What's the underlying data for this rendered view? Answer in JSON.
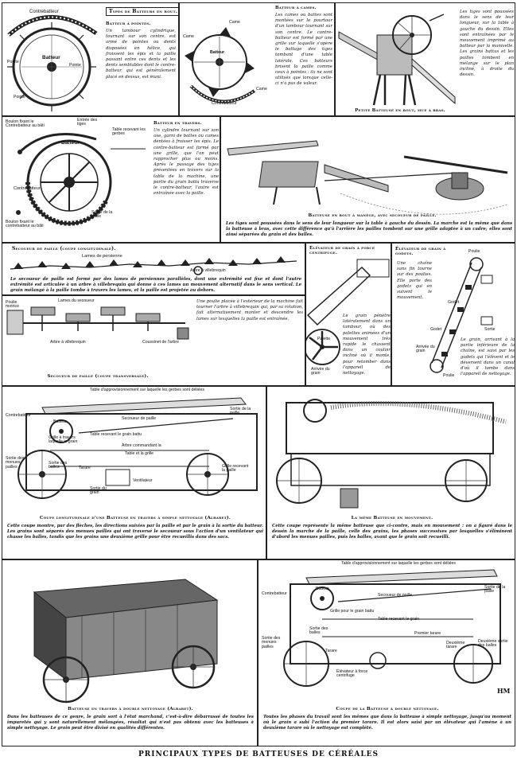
{
  "title": "PRINCIPAUX TYPES DE BATTEUSES DE CÉRÉALES",
  "signature_monogram": "HM",
  "fig1": {
    "header": "Types de Batteurs en bout.",
    "sub_a_title": "Batteur à pointes.",
    "sub_a_text": "Un tambour cylindrique, tournant sur son centre, est armé de pointes ou dents disposées en hélice, qui froissent les épis et la paille passant entre ces dents et les dents semblables dont le contre-batteur, qui est généralement placé en dessus, est muni.",
    "labels": {
      "contrebatteur": "Contrebatteur",
      "batteur": "Batteur",
      "pointe_1": "Pointe",
      "pointe_2": "Pointe",
      "pointe_3": "Pointe"
    }
  },
  "fig2": {
    "sub_b_title": "Batteur à cames.",
    "sub_b_text": "Les cames ou battes sont montées sur le pourtour d'un tambour tournant sur son centre. Le contre-batteur est formé par une grille sur laquelle s'opère le battage des tiges tombant d'une table latérale. Ces batteurs brisent la paille comme ceux à pointes : ils ne sont utilisés que lorsque celle-ci n'a pas de valeur.",
    "labels": {
      "came_1": "Came",
      "came_2": "Came",
      "came_3": "Came",
      "batteur": "Batteur",
      "contrebatteur": "Contrebatteur"
    }
  },
  "fig3": {
    "caption": "Petite Batteuse en bout, mue à bras.",
    "text": "Les tiges sont poussées dans le sens de leur longueur, sur la table à gauche du dessin. Elles sont entraînées par le mouvement imprimé au batteur par la manivelle. Les grains battus et les pailles tombent en mélange sur le plan incliné, à droite du dessin."
  },
  "fig4": {
    "labels": {
      "boulon_top": "Boulon fixant le Contrebatteur au bâti",
      "entree": "Entrée des tiges",
      "table": "Table recevant les gerbes",
      "batteur": "Batteur",
      "contrebatteur": "Contrebatteur",
      "sortie": "Sortie de la paille",
      "boulon_bottom": "Boulon fixant le contrebatteur au bâti"
    },
    "title": "Batteur en travers.",
    "text": "Un cylindre tournant sur son axe, garni de battes ou cames dentées à froisser les épis. Le contre-batteur est formé par une grille, que l'on peut rapprocher plus ou moins. Après le passage des tiges présentées en travers sur la table de la machine, une partie du grain battu traverse le contre-batteur, l'autre est entraînée avec la paille."
  },
  "fig5": {
    "caption": "Batteuse en bout à manège, avec secoueur de paille.",
    "text": "Les tiges sont poussées dans le sens de leur longueur sur la table à gauche du dessin. La marche est la même que dans la batteuse à bras, avec cette différence qu'à l'arrière les pailles tombent sur une grille adaptée à un cadre; elles sont ainsi séparées du grain et des balles."
  },
  "fig6": {
    "title": "Secoueur de paille (coupe longitudinale).",
    "labels": {
      "lames": "Lames de persienne",
      "arbre": "Arbre à villebrequin"
    },
    "text": "Le secoueur de paille est formé par des lames de persiennes parallèles, dont une extrémité est fixe et dont l'autre extrémité est articulée à un arbre à villebrequin qui donne à ces lames un mouvement alternatif dans le sens vertical. Le grain mélangé à la paille tombe à travers les lames, et la paille est projetée au dehors."
  },
  "fig7": {
    "labels": {
      "poulie": "Poulie motrice",
      "lames": "Lames du secoueur",
      "arbre": "Arbre à villebrequin",
      "coussinet": "Coussinet de l'arbre"
    },
    "caption": "Secoueur de paille (coupe transversale).",
    "text": "Une poulie placée à l'extérieur de la machine fait tourner l'arbre à villebrequin qui, par sa rotation, fait alternativement monter et descendre les lames sur lesquelles la paille est entraînée."
  },
  "fig8": {
    "title": "Élévateur de grain à force centrifuge.",
    "labels": {
      "palette": "Palette",
      "arrivee": "Arrivée du grain"
    },
    "text": "Le grain pénètre latéralement dans un tambour, où des palettes animées d'un mouvement très rapide le chassent dans un couloir incliné où il monte, pour retomber dans l'appareil de nettoyage."
  },
  "fig9": {
    "title": "Élévateur de grain à godets.",
    "text_1": "Une chaîne sans fin tourne sur des poulies. Elle porte des godets qui en suivent le mouvement.",
    "labels": {
      "poulie": "Poulie",
      "godet_1": "Godet",
      "godet_2": "Godet",
      "sortie": "Sortie",
      "arrivee": "Arrivée du grain",
      "poulie_bas": "Poulie"
    },
    "text_2": "Le grain, arrivant à la partie inférieure de la chaîne, est saisi par les godets qui l'élèvent et le déversent dans un canal d'où il tombe dans l'appareil de nettoyage."
  },
  "fig10": {
    "labels": {
      "table": "Table d'approvisionnement sur laquelle les gerbes sont déliées",
      "contrebatteur": "Contrebatteur",
      "batteur": "Batteur",
      "secoueur": "Secoueur de paille",
      "sortie_paille": "Sortie de la paille",
      "grille_travers": "Grille à travers laquelle le grain",
      "table_grain": "Table recevant le grain battu",
      "arbre": "Arbre commandant la",
      "table_grille": "Table et la grille",
      "sortie_menues": "Sortie des menues pailles",
      "sortie_balles": "Sortie des balles",
      "tarare": "Tarare",
      "grille_paille": "Grille recevant la paille",
      "ventilateur": "Ventilateur",
      "sortie_grain": "Sortie du grain"
    },
    "caption": "Coupe longitudinale d'une Batteuse en travers à simple nettoyage (Albaret).",
    "text": "Cette coupe montre, par des flèches, les directions suivies par la paille et par le grain à la sortie du batteur. Les grains sont séparés des menues pailles qui ont traversé le secoueur sous l'action d'un ventilateur qui chasse les balles, tandis que les grains une deuxième grille pour être recueillis dans des sacs."
  },
  "fig11": {
    "caption": "La même Batteuse en mouvement.",
    "text": "Cette coupe représente la même batteuse que ci-contre, mais en mouvement : on a figuré dans le dessin la marche de la paille, celle des grains, les phases successives par lesquelles s'éliminent d'abord les menues pailles, puis les balles, avant que le grain soit recueilli."
  },
  "fig12": {
    "caption": "Batteuse en travers à double nettoyage (Albaret).",
    "text": "Dans les batteuses de ce genre, le grain sort à l'état marchand, c'est-à-dire débarrassé de toutes les impuretés qui y sont naturellement mélangées, résultat qui n'est pas obtenu avec les batteuses à simple nettoyage. Le grain peut être divisé en qualités différentes."
  },
  "fig13": {
    "labels": {
      "table": "Table d'approvisionnement sur laquelle les gerbes sont déliées",
      "contrebatteur": "Contrebatteur",
      "batteur": "Batteur",
      "secoueur": "Secoueur de paille",
      "sortie_paille": "Sortie de la paille",
      "grille_grain": "Grille pour le grain battu",
      "table_grain": "Table recevant le grain",
      "sortie_menues": "Sortie des menues pailles",
      "sortie_balles": "Sortie des balles",
      "premier_tarare": "Premier tarare",
      "deuxieme_tarare": "Deuxième tarare",
      "deuxieme_sortie": "Deuxième sortie des balles",
      "tarare": "Tarare",
      "elevateur": "Élévateur à force centrifuge"
    },
    "caption": "Coupe de la Batteuse à double nettoyage.",
    "text": "Toutes les phases du travail sont les mêmes que dans la batteuse à simple nettoyage, jusqu'au moment où le grain a subi l'action du premier tarare. Il est alors saisi par un élévateur qui l'amène à un deuxième tarare où le nettoyage est complété."
  }
}
